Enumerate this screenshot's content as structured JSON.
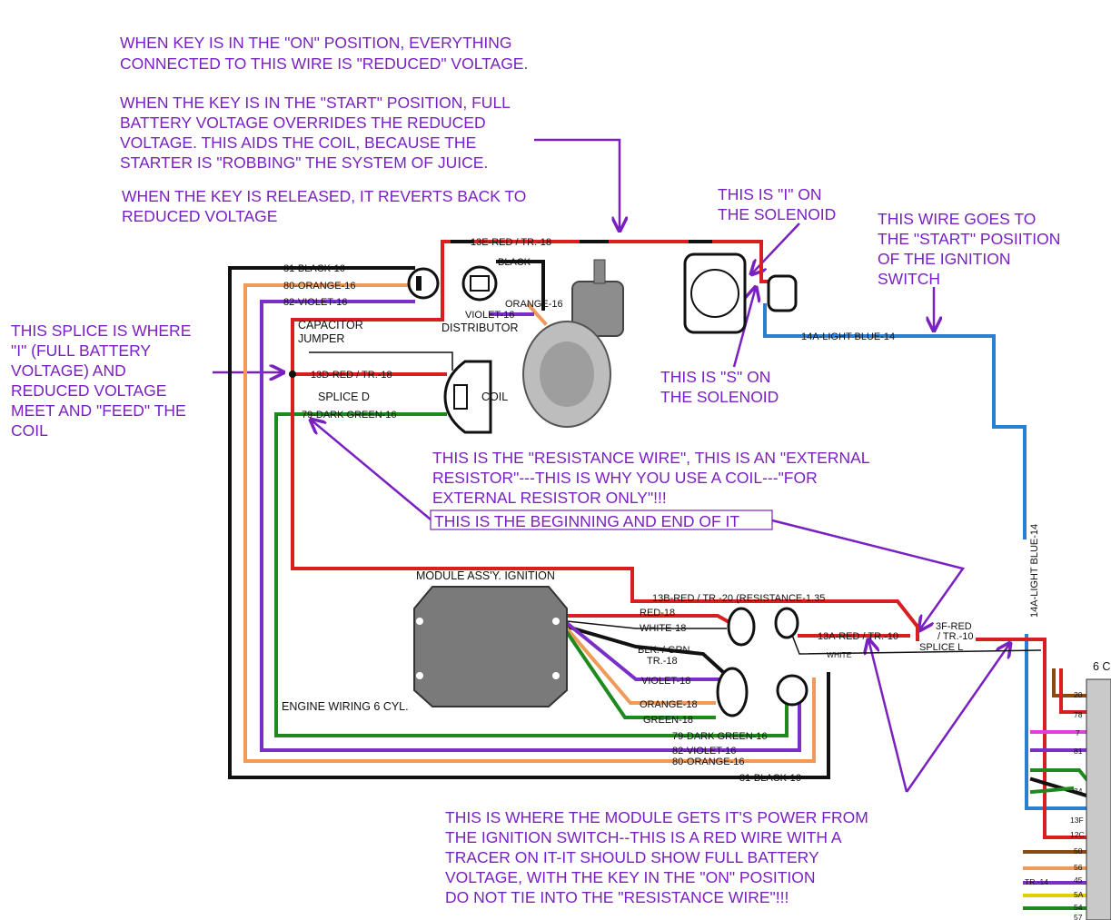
{
  "notes": {
    "key_on": [
      "WHEN KEY IS IN THE \"ON\" POSITION, EVERYTHING",
      "CONNECTED TO THIS WIRE IS \"REDUCED\" VOLTAGE."
    ],
    "key_start": [
      "WHEN THE KEY IS IN THE \"START\" POSITION, FULL",
      "BATTERY VOLTAGE OVERRIDES THE REDUCED",
      "VOLTAGE. THIS AIDS THE COIL, BECAUSE THE",
      "STARTER IS \"ROBBING\" THE SYSTEM OF JUICE."
    ],
    "key_released": [
      "WHEN THE KEY IS RELEASED, IT REVERTS BACK TO",
      "REDUCED VOLTAGE"
    ],
    "i_solenoid": [
      "THIS IS \"I\" ON",
      "THE SOLENOID"
    ],
    "start_wire": [
      "THIS WIRE GOES TO",
      "THE \"START\" POSIITION",
      "OF THE IGNITION",
      "SWITCH"
    ],
    "splice": [
      "THIS SPLICE IS WHERE",
      "\"I\" (FULL BATTERY",
      "VOLTAGE) AND",
      "REDUCED VOLTAGE",
      "MEET AND \"FEED\" THE",
      "COIL"
    ],
    "s_solenoid": [
      "THIS IS \"S\" ON",
      "THE SOLENOID"
    ],
    "resistance": [
      "THIS IS THE \"RESISTANCE WIRE\", THIS IS AN \"EXTERNAL",
      "RESISTOR\"---THIS IS WHY YOU USE A COIL---\"FOR",
      "EXTERNAL RESISTOR ONLY\"!!!"
    ],
    "beginning_end": "THIS IS THE BEGINNING AND END OF IT",
    "module_power": [
      "THIS IS WHERE THE MODULE GETS IT'S POWER FROM",
      "THE IGNITION SWITCH--THIS IS A RED WIRE WITH A",
      "TRACER ON IT-IT SHOULD SHOW FULL BATTERY",
      "VOLTAGE, WITH THE KEY IN THE \"ON\" POSITION",
      "DO NOT TIE INTO THE \"RESISTANCE WIRE\"!!!"
    ]
  },
  "wire_labels": {
    "w13e": "13E-RED / TR.-18",
    "w81_top": "81-BLACK-16",
    "w80_top": "80-ORANGE-16",
    "w82_top": "82-VIOLET-16",
    "black": "BLACK",
    "orange16": "ORANGE-16",
    "violet16": "VIOLET-16",
    "w13d": "13D-RED / TR.-18",
    "w79_top": "79-DARK GREEN-16",
    "w14a": "14A-LIGHT BLUE-14",
    "w14a_vertical": "14A-LIGHT BLUE-14",
    "w13b": "13B-RED / TR.-20 (RESISTANCE-1.35",
    "red18": "RED-18",
    "white18": "WHITE-18",
    "blk_grn_1": "BLK. / GRN.",
    "blk_grn_2": "TR.-18",
    "violet18": "VIOLET-18",
    "orange18": "ORANGE-18",
    "green18": "GREEN-18",
    "w13a": "13A-RED / TR.-10",
    "w3f_1": "3F-RED",
    "w3f_2": "/ TR.-10",
    "white": "WHITE",
    "w79_bot": "79-DARK GREEN-16",
    "w82_bot": "82-VIOLET-16",
    "w80_bot": "80-ORANGE-16",
    "w81_bot": "81-BLACK-16"
  },
  "components": {
    "capacitor": "CAPACITOR",
    "jumper": "JUMPER",
    "distributor": "DISTRIBUTOR",
    "coil": "COIL",
    "splice_d": "SPLICE D",
    "splice_l": "SPLICE L",
    "module": "MODULE ASS'Y. IGNITION",
    "engine_wiring": "ENGINE WIRING 6 CYL."
  },
  "connector": {
    "header": "6 C",
    "pins": [
      "20",
      "78",
      "7",
      "81",
      "34",
      "13F",
      "12C",
      "50",
      "56",
      "TR.-14",
      "45",
      "5A",
      "54",
      "57"
    ]
  },
  "colors": {
    "annotation": "#7a1fc2",
    "red": "#d81e1e",
    "black": "#111111",
    "orange": "#f09a5a",
    "violet": "#7a2fc8",
    "green": "#1e8a1e",
    "blue": "#2a7fd0"
  }
}
